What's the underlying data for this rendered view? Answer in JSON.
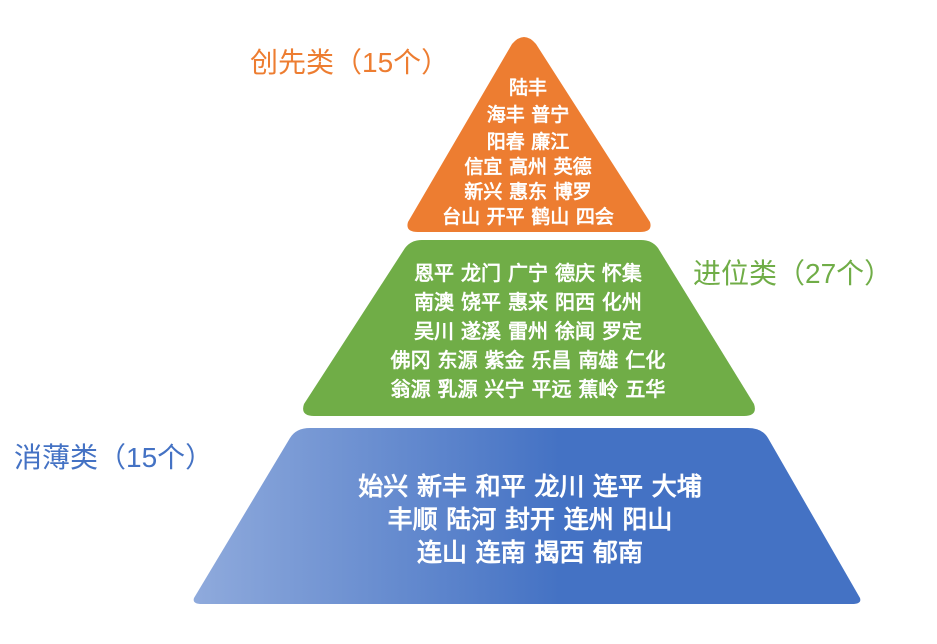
{
  "colors": {
    "top": "#ed7d31",
    "middle": "#70ad47",
    "bottom_start": "#8faadc",
    "bottom_end": "#4472c4",
    "text_on_shape": "#ffffff"
  },
  "tiers": {
    "top": {
      "label": "创先类（15个）",
      "lines": [
        "陆丰",
        "海丰 普宁",
        "阳春 廉江",
        "信宜 高州 英德",
        "新兴 惠东 博罗",
        "台山 开平 鹤山 四会"
      ]
    },
    "middle": {
      "label": "进位类（27个）",
      "lines": [
        "恩平 龙门 广宁 德庆 怀集",
        "南澳 饶平 惠来 阳西 化州",
        "吴川  遂溪 雷州 徐闻 罗定",
        "佛冈 东源 紫金 乐昌 南雄  仁化",
        "翁源 乳源 兴宁 平远 蕉岭 五华"
      ]
    },
    "bottom": {
      "label": "消薄类（15个）",
      "lines": [
        "始兴 新丰 和平 龙川 连平 大埔",
        "丰顺 陆河 封开 连州  阳山",
        "连山 连南 揭西 郁南"
      ]
    }
  }
}
